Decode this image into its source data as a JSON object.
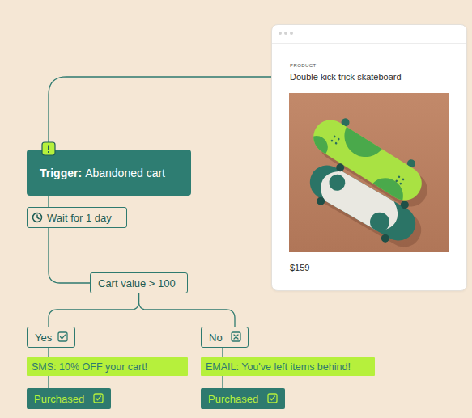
{
  "diagram": {
    "nodes": [
      {
        "text": [
          "PRODUCT",
          "Double kick trick skateboard",
          "$159"
        ]
      },
      {
        "text": [
          "Trigger:",
          "Abandoned cart"
        ]
      },
      {
        "text": [
          "Wait for 1 day"
        ]
      },
      {
        "text": [
          "Cart value > 100"
        ]
      },
      {
        "text": [
          "Yes"
        ]
      },
      {
        "text": [
          "No"
        ]
      },
      {
        "text": [
          "SMS: 10% OFF your cart!"
        ]
      },
      {
        "text": [
          "EMAIL: You've left items behind!"
        ]
      },
      {
        "text": [
          "Purchased"
        ]
      },
      {
        "text": [
          "Purchased"
        ]
      }
    ],
    "edges": [
      {
        "from": 0,
        "to": 1,
        "arrow": "none"
      },
      {
        "from": 1,
        "to": 2,
        "arrow": "none"
      },
      {
        "from": 2,
        "to": 3,
        "arrow": "none"
      },
      {
        "from": 3,
        "to": 4,
        "arrow": "none"
      },
      {
        "from": 3,
        "to": 5,
        "arrow": "none"
      },
      {
        "from": 4,
        "to": 6,
        "arrow": "none"
      },
      {
        "from": 6,
        "to": 8,
        "arrow": "none"
      },
      {
        "from": 5,
        "to": 7,
        "arrow": "none"
      },
      {
        "from": 7,
        "to": 9,
        "arrow": "none"
      }
    ]
  }
}
